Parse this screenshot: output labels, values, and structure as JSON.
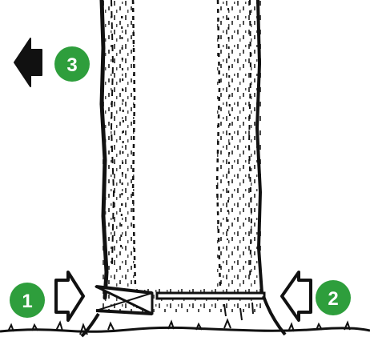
{
  "diagram": {
    "steps": [
      {
        "number": "1",
        "arrow": "right-outline-arrow"
      },
      {
        "number": "2",
        "arrow": "left-outline-arrow"
      },
      {
        "number": "3",
        "arrow": "left-solid-arrow"
      }
    ],
    "colors": {
      "badge": "#2e9e3c",
      "ink": "#111111",
      "background": "#ffffff"
    }
  }
}
